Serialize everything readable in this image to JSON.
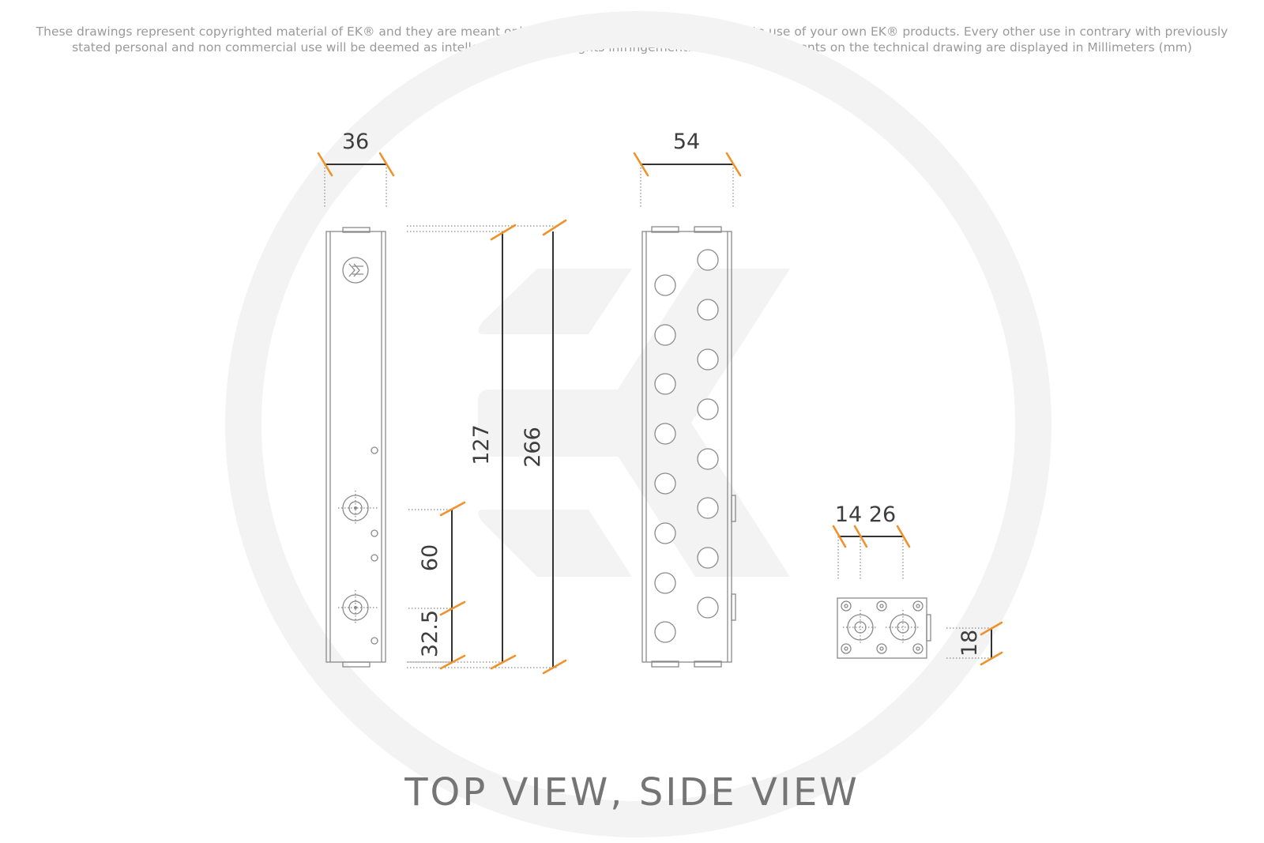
{
  "disclaimer": {
    "line1": "These drawings represent copyrighted material of EK® and they are meant only for your personal use, with regards to use of  your own EK® products. Every other use in contrary with previously",
    "line2": "stated personal and non commercial use will be deemed as intellectual property rights infringement.All the measurements on the technical drawing are displayed in Millimeters (mm)"
  },
  "dimensions": {
    "top_width": "36",
    "side_width": "54",
    "length_total": "266",
    "length_mid": "127",
    "port_spacing": "60",
    "port_offset": "32.5",
    "end_offset_a": "14",
    "end_offset_b": "26",
    "end_height": "18"
  },
  "caption": "TOP VIEW, SIDE VIEW",
  "colors": {
    "accent": "#f0922b",
    "watermark": "#f2f2f2",
    "outline": "#8a8a8a",
    "dimension_text": "#3d3d3d"
  },
  "icons": {
    "logo": "ek-logo-icon",
    "watermark": "ek-watermark-icon"
  }
}
